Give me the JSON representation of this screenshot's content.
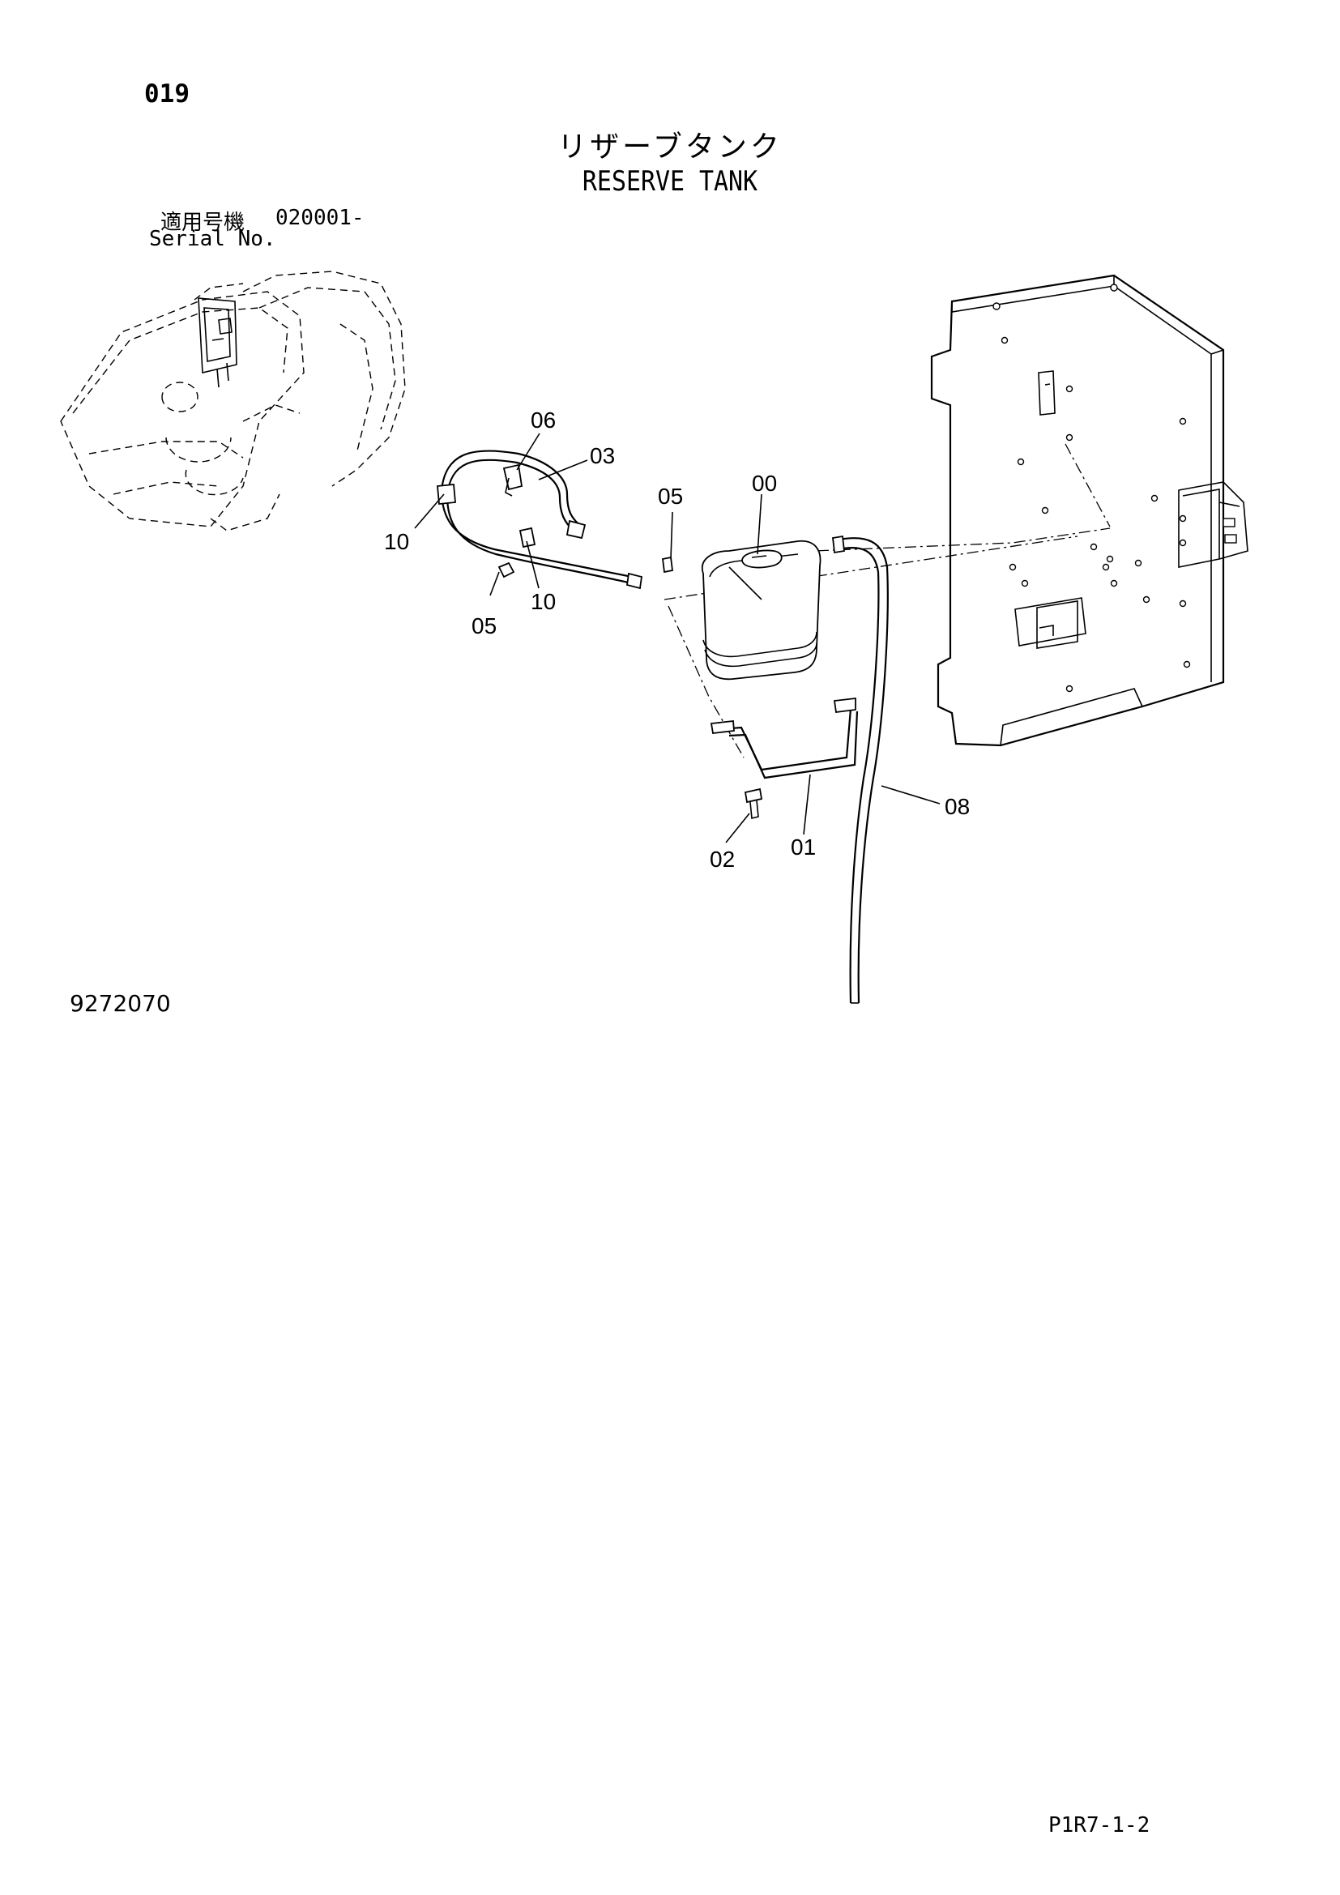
{
  "header": {
    "page_number": "019",
    "title_jp": "リザーブタンク",
    "title_en": "RESERVE TANK",
    "serial_label_jp": "適用号機",
    "serial_value": "020001-",
    "serial_label_en": "Serial No."
  },
  "callouts": [
    "06",
    "03",
    "05",
    "00",
    "10",
    "10",
    "05",
    "08",
    "02",
    "01"
  ],
  "footer": {
    "drawing_number": "9272070",
    "page_code": "P1R7-1-2"
  }
}
